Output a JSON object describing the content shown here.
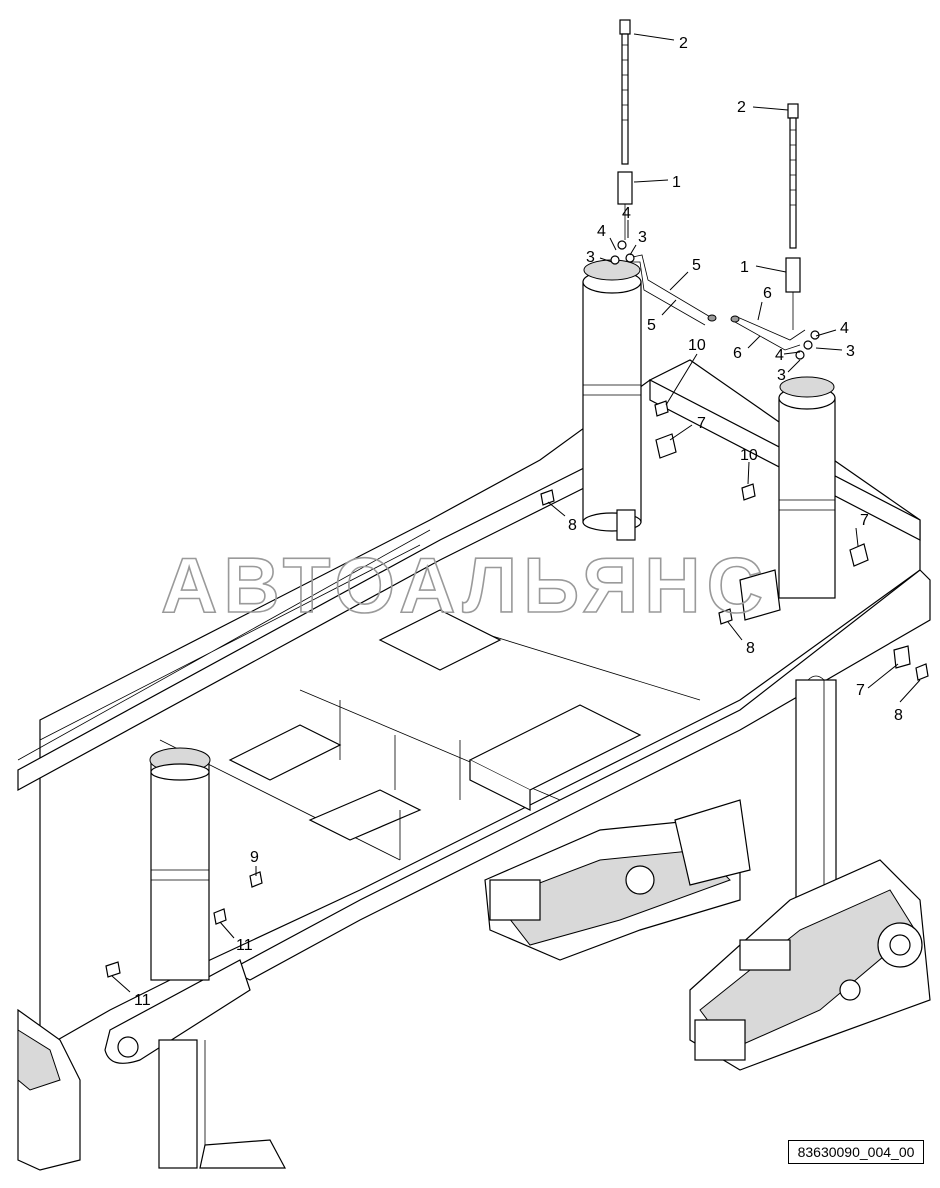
{
  "watermark": "АВТОАЛЬЯНС",
  "drawing_number": "83630090_004_00",
  "callouts": [
    {
      "id": "c1",
      "label": "2"
    },
    {
      "id": "c2",
      "label": "1"
    },
    {
      "id": "c3",
      "label": "4"
    },
    {
      "id": "c4",
      "label": "4"
    },
    {
      "id": "c5",
      "label": "3"
    },
    {
      "id": "c6",
      "label": "3"
    },
    {
      "id": "c7",
      "label": "5"
    },
    {
      "id": "c8",
      "label": "5"
    },
    {
      "id": "c9",
      "label": "2"
    },
    {
      "id": "c10",
      "label": "1"
    },
    {
      "id": "c11",
      "label": "6"
    },
    {
      "id": "c12",
      "label": "6"
    },
    {
      "id": "c13",
      "label": "4"
    },
    {
      "id": "c14",
      "label": "4"
    },
    {
      "id": "c15",
      "label": "3"
    },
    {
      "id": "c16",
      "label": "3"
    },
    {
      "id": "c17",
      "label": "10"
    },
    {
      "id": "c18",
      "label": "7"
    },
    {
      "id": "c19",
      "label": "10"
    },
    {
      "id": "c20",
      "label": "8"
    },
    {
      "id": "c21",
      "label": "7"
    },
    {
      "id": "c22",
      "label": "8"
    },
    {
      "id": "c23",
      "label": "7"
    },
    {
      "id": "c24",
      "label": "8"
    },
    {
      "id": "c25",
      "label": "9"
    },
    {
      "id": "c26",
      "label": "11"
    },
    {
      "id": "c27",
      "label": "11"
    }
  ]
}
